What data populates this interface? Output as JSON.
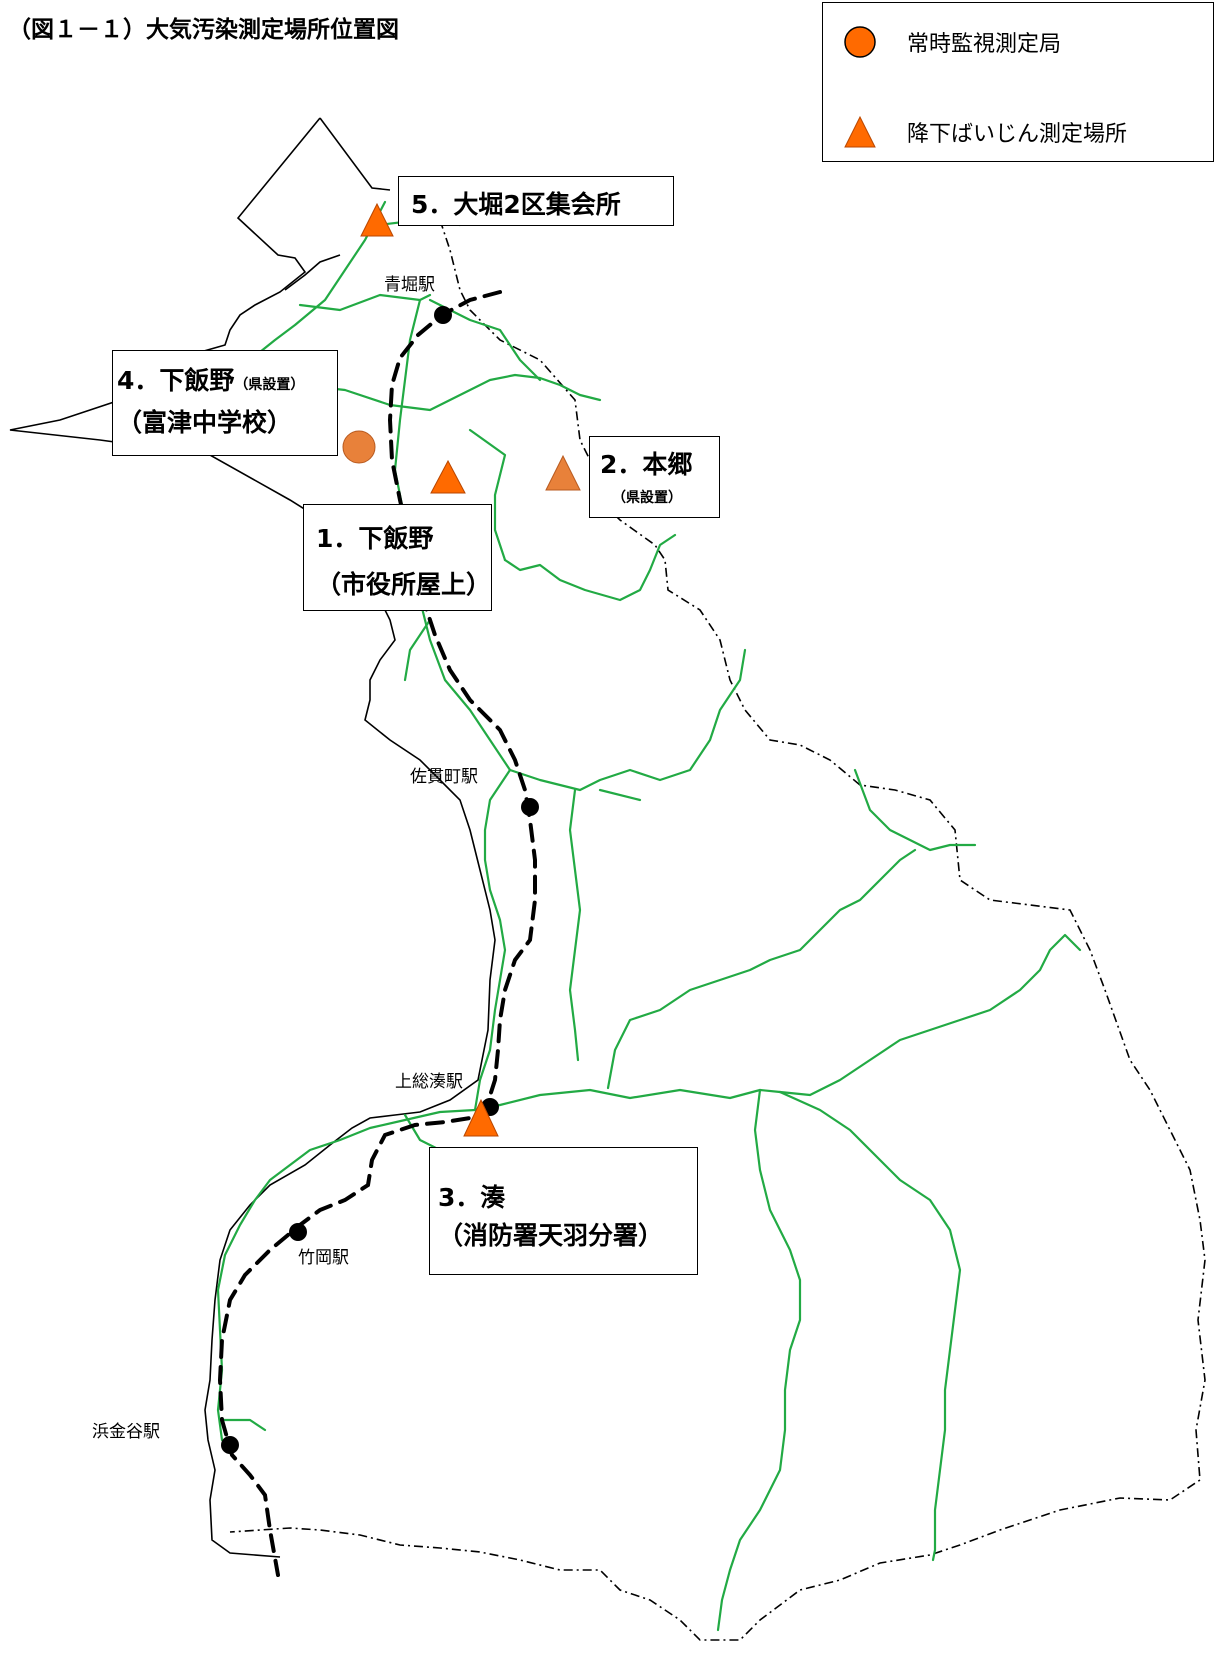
{
  "title": "（図１－１）大気汚染測定場所位置図",
  "legend": {
    "monitoring_station": {
      "label": "常時監視測定局",
      "symbol": "circle",
      "color": "#ff6a00"
    },
    "dust_site": {
      "label": "降下ばいじん測定場所",
      "symbol": "triangle",
      "color": "#ff6a00"
    }
  },
  "sites": {
    "s1": {
      "line1": "1．下飯野",
      "line2": "（市役所屋上）"
    },
    "s2": {
      "line1": "2．本郷",
      "line2": "（県設置）"
    },
    "s3": {
      "line1": "3．湊",
      "line2": "（消防署天羽分署）"
    },
    "s4": {
      "line1_main": "4．下飯野",
      "line1_small": "（県設置）",
      "line2": "（富津中学校）"
    },
    "s5": {
      "line1": "5．大堀2区集会所"
    }
  },
  "stations": {
    "aohori": "青堀駅",
    "sanukimachi": "佐貫町駅",
    "kazusaminato": "上総湊駅",
    "takeoka": "竹岡駅",
    "hamakanaya": "浜金谷駅"
  },
  "colors": {
    "road": "#22aa44",
    "county_circle": "#e8813a",
    "county_triangle": "#e8813a",
    "city_triangle": "#ff6a00",
    "rail": "#000000",
    "boundary": "#000000"
  }
}
